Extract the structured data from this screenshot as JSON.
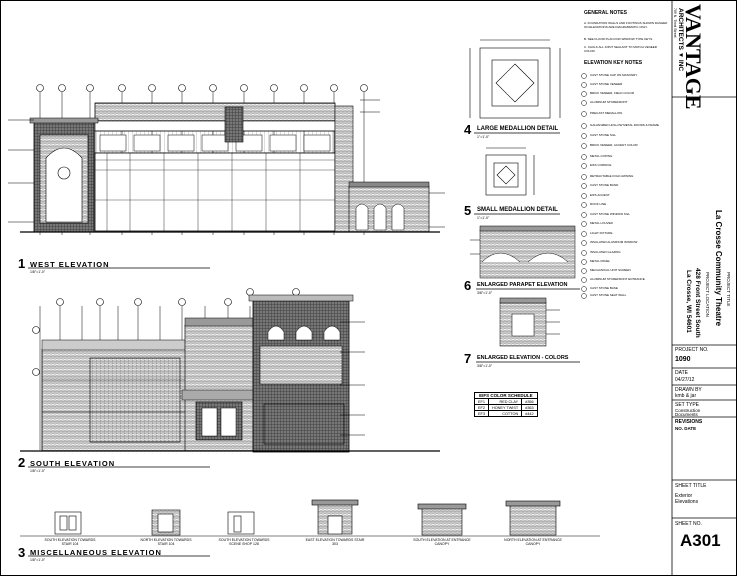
{
  "general_notes": {
    "heading": "GENERAL NOTES",
    "items": [
      "A. FOUNDATION WALLS AND FOOTINGS SHOWN DASHED ON ELEVATIONS ARE DIAGRAMMATIC ONLY.",
      "B. SEE FLOOR PLAN FOR WINDOW TYPE KEYS.",
      "C. CAULK ALL JOINT SEALANT TO MATCH VENEER COLOR."
    ]
  },
  "elevation_key_notes": {
    "heading": "ELEVATION KEY NOTES",
    "items": [
      "CAST STONE CAP ON MASONRY",
      "CAST STONE VENEER",
      "BRICK VENEER, FIELD COLOR",
      "ALUMINUM STOREFRONT",
      "PRECAST MEDALLION",
      "GALVANIZED HOLLOW METAL DOORS & FRAME",
      "CAST STONE SILL",
      "BRICK VENEER, ACCENT COLOR",
      "METAL COPING",
      "EIFS CORNICE",
      "RETRACTABLE FOLD AWNING",
      "CAST STONE BAND",
      "EIFS ACCENT",
      "ROOF LINE",
      "CAST STONE WINDOW SILL",
      "METAL LOUVER",
      "LIGHT FIXTURE",
      "INSULATED ALUMINUM WINDOW",
      "INSULATED GLAZING",
      "METAL PANEL",
      "MECHANICAL UNIT SCREEN",
      "ALUMINUM STOREFRONT ENTRANCE",
      "CAST STONE BASE",
      "CAST STONE SEAT WALL"
    ]
  },
  "details": {
    "large_medallion": {
      "number": "4",
      "title": "LARGE MEDALLION DETAIL",
      "scale": "1\"=1'-0\""
    },
    "small_medallion": {
      "number": "5",
      "title": "SMALL MEDALLION DETAIL",
      "scale": "1\"=1'-0\""
    },
    "parapet": {
      "number": "6",
      "title": "ENLARGED PARAPET ELEVATION",
      "scale": "3/8\"=1'-0\""
    },
    "colors": {
      "number": "7",
      "title": "ENLARGED ELEVATION - COLORS",
      "scale": "3/8\"=1'-0\""
    }
  },
  "elevations": {
    "west": {
      "number": "1",
      "title": "WEST ELEVATION",
      "scale": "1/8\"=1'-0\""
    },
    "south": {
      "number": "2",
      "title": "SOUTH ELEVATION",
      "scale": "1/8\"=1'-0\""
    },
    "misc": {
      "number": "3",
      "title": "MISCELLANEOUS ELEVATION",
      "scale": "1/8\"=1'-0\""
    }
  },
  "misc_labels": [
    "SOUTH ELEVATION TOWARDS STAIR 104",
    "NORTH ELEVATION TOWARDS STAIR 104",
    "SOUTH ELEVATION TOWARDS SCENE SHOP 128",
    "EAST ELEVATION TOWARDS STAIR 303",
    "SOUTH ELEVATION AT ENTRANCE CANOPY",
    "NORTH ELEVATION AT ENTRANCE CANOPY"
  ],
  "eifs_schedule": {
    "title": "EIFS COLOR SCHEDULE",
    "rows": [
      {
        "code": "EF1",
        "name": "RED CLAY",
        "num": "#356"
      },
      {
        "code": "EF2",
        "name": "HONEY TWIST",
        "num": "#363"
      },
      {
        "code": "EF3",
        "name": "COTTON",
        "num": "#442"
      }
    ]
  },
  "title_block": {
    "firm": "VANTAGE",
    "firm_sub": "ARCHITECTS ▼ INC",
    "firm_address": "709 N. Third Street",
    "project_title_label": "PROJECT TITLE",
    "project_title": "La Crosse Community Theatre",
    "project_location_label": "PROJECT LOCATION",
    "project_location_1": "428 Front Street South",
    "project_location_2": "La Crosse, WI 54601",
    "project_no_label": "PROJECT NO.",
    "project_no": "1090",
    "date_label": "DATE",
    "date": "04/27/12",
    "drawn_by_label": "DRAWN BY",
    "drawn_by": "kmb & jar",
    "set_type_label": "SET TYPE",
    "set_type_1": "Construction",
    "set_type_2": "Documents",
    "revisions_label": "REVISIONS",
    "revisions_cols": "NO. DATE",
    "sheet_title_label": "SHEET TITLE",
    "sheet_title_1": "Exterior",
    "sheet_title_2": "Elevations",
    "sheet_no_label": "SHEET NO.",
    "sheet_no": "A301"
  }
}
